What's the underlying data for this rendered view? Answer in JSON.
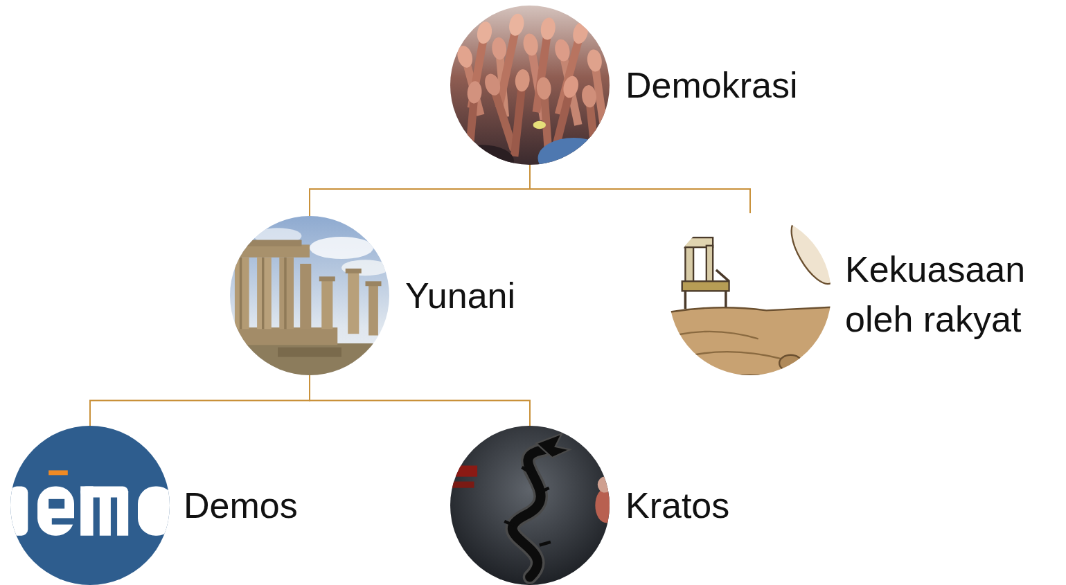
{
  "diagram": {
    "nodes": [
      {
        "text": [
          "Demokrasi"
        ]
      },
      {
        "text": [
          "Yunani"
        ]
      },
      {
        "text": [
          "Kekuasaan oleh rakyat"
        ]
      },
      {
        "text": [
          "Demos"
        ]
      },
      {
        "text": [
          "Kratos"
        ]
      }
    ],
    "edges": [
      {
        "from": 0,
        "to": 1,
        "arrow": "none"
      },
      {
        "from": 0,
        "to": 2,
        "arrow": "none"
      },
      {
        "from": 1,
        "to": 3,
        "arrow": "none"
      },
      {
        "from": 1,
        "to": 4,
        "arrow": "none"
      }
    ]
  }
}
